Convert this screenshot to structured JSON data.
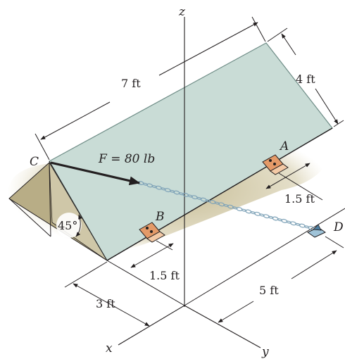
{
  "labels": {
    "axis_z": "z",
    "axis_x": "x",
    "axis_y": "y",
    "point_a": "A",
    "point_b": "B",
    "point_c": "C",
    "point_d": "D",
    "force_label": "F = 80 lb",
    "angle": "45°"
  },
  "dimensions": {
    "length": "7 ft",
    "width": "4 ft",
    "a_offset": "1.5 ft",
    "b_offset": "1.5 ft",
    "x_offset": "3 ft",
    "y_offset": "5 ft"
  },
  "colors": {
    "plate_face": "#c9dcd6",
    "plate_edge": "#6f8d87",
    "end_triangle": "#cfc7a8",
    "shadow": "#bfb48a",
    "hinge": "#e49a68",
    "chain": "#7fa3b8",
    "force_arrow": "#231f20"
  }
}
